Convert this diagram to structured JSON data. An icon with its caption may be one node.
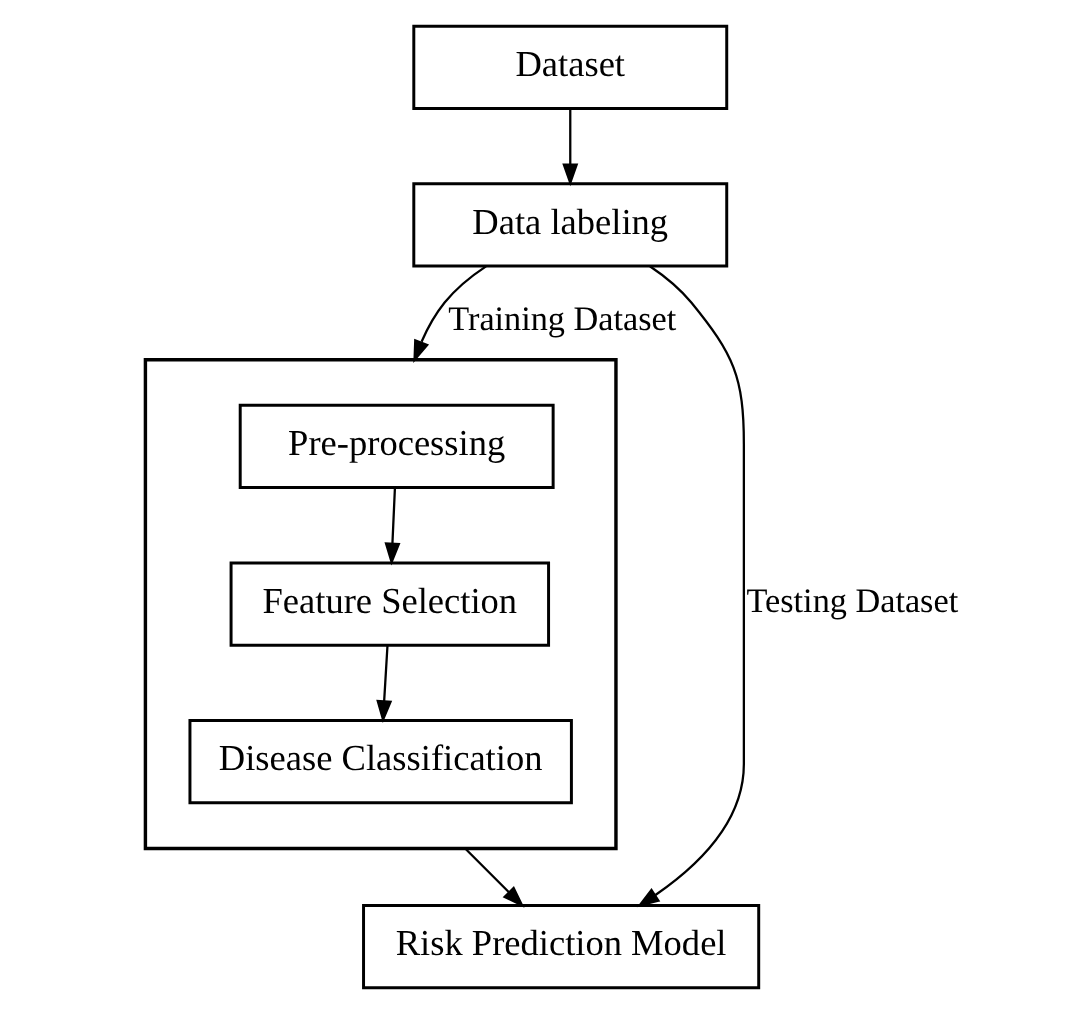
{
  "diagram": {
    "nodes": [
      {
        "text": [
          "Dataset"
        ]
      },
      {
        "text": [
          "Data labeling"
        ]
      },
      {
        "text": [],
        "shape": "box"
      },
      {
        "text": [
          "Pre-processing"
        ],
        "in": 2
      },
      {
        "text": [
          "Feature Selection"
        ],
        "in": 2
      },
      {
        "text": [
          "Disease Classification"
        ],
        "in": 2
      },
      {
        "text": [
          "Risk Prediction Model"
        ]
      }
    ],
    "edges": [
      {
        "from": 0,
        "to": 1,
        "arrow": "to"
      },
      {
        "from": 1,
        "to": 2,
        "arrow": "to",
        "label": "Training Dataset"
      },
      {
        "from": 3,
        "to": 4,
        "arrow": "to"
      },
      {
        "from": 4,
        "to": 5,
        "arrow": "to"
      },
      {
        "from": 2,
        "to": 6,
        "arrow": "to"
      },
      {
        "from": 1,
        "to": 6,
        "arrow": "to",
        "label": "Testing Dataset"
      }
    ]
  }
}
